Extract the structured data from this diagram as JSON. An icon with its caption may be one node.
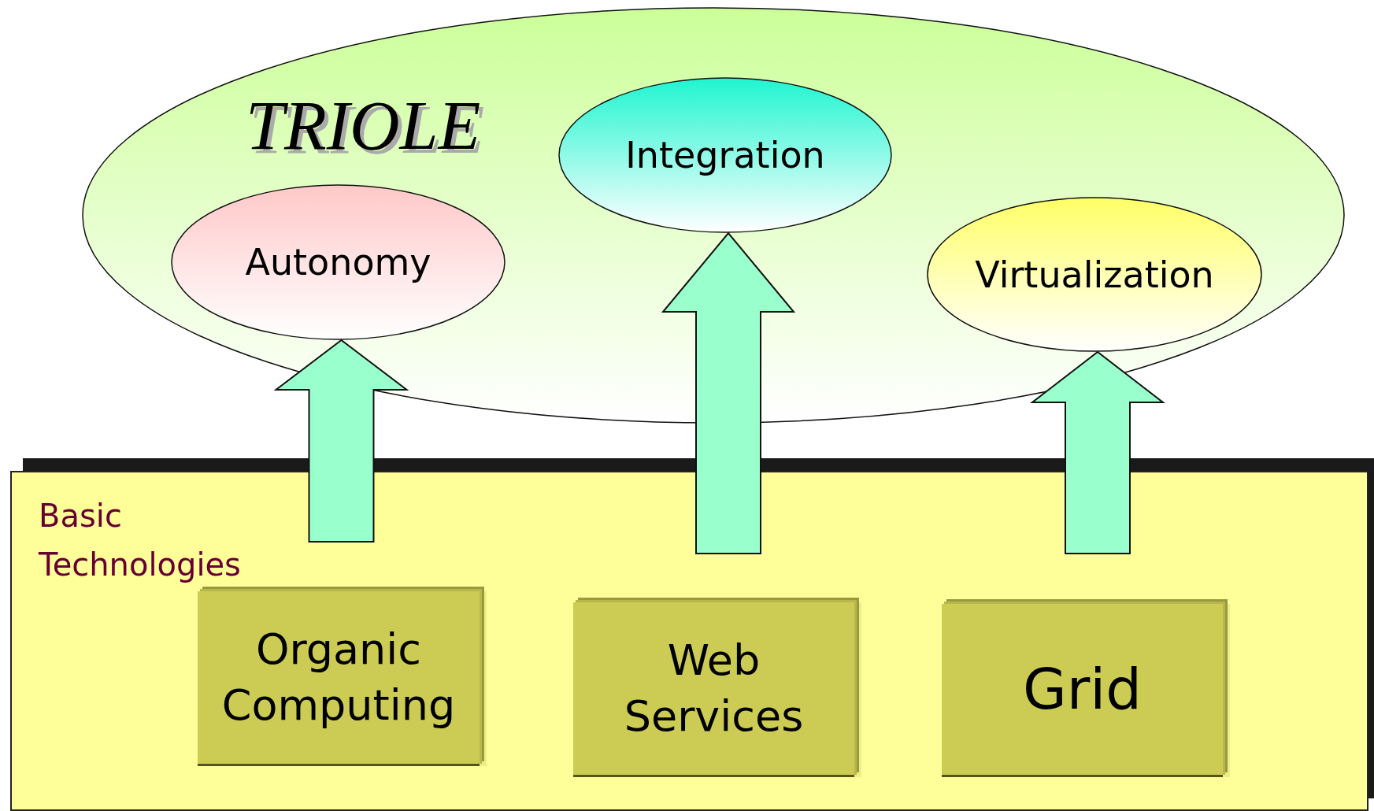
{
  "diagram": {
    "nodes": [
      {
        "text": [
          "TRIOLE"
        ]
      },
      {
        "text": [
          "Autonomy"
        ],
        "in": 0
      },
      {
        "text": [
          "Integration"
        ],
        "in": 0
      },
      {
        "text": [
          "Virtualization"
        ],
        "in": 0
      },
      {
        "text": [
          "Basic Technologies"
        ]
      },
      {
        "text": [
          "Organic Computing"
        ],
        "in": 4
      },
      {
        "text": [
          "Web Services"
        ],
        "in": 4
      },
      {
        "text": [
          "Grid"
        ],
        "in": 4
      }
    ],
    "edges": [
      {
        "from": 5,
        "to": 1,
        "arrow": "to",
        "style": "thick"
      },
      {
        "from": 6,
        "to": 2,
        "arrow": "to",
        "style": "thick"
      },
      {
        "from": 7,
        "to": 3,
        "arrow": "to",
        "style": "thick"
      }
    ]
  }
}
